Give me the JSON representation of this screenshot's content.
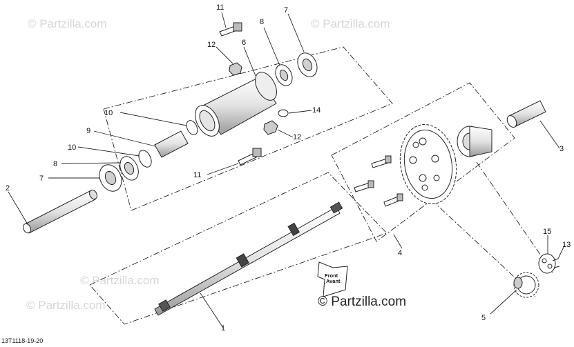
{
  "watermarks": [
    "© Partzilla.com",
    "© Partzilla.com",
    "© Partzilla.com",
    "© Partzilla.com"
  ],
  "brand": "© Partzilla.com",
  "front_arrow": {
    "line1": "Front",
    "line2": "Avant"
  },
  "diagram_code": "13T1118-19-20",
  "callouts": {
    "c1": "1",
    "c2": "2",
    "c3": "3",
    "c4": "4",
    "c5": "5",
    "c6": "6",
    "c7a": "7",
    "c7b": "7",
    "c8a": "8",
    "c8b": "8",
    "c9": "9",
    "c10a": "10",
    "c10b": "10",
    "c11a": "11",
    "c11b": "11",
    "c12a": "12",
    "c12b": "12",
    "c13": "13",
    "c14": "14",
    "c15": "15"
  },
  "colors": {
    "line": "#222222",
    "watermark": "#d6d6d6",
    "part_fill": "#ffffff",
    "part_shade": "#bdbdbd"
  }
}
